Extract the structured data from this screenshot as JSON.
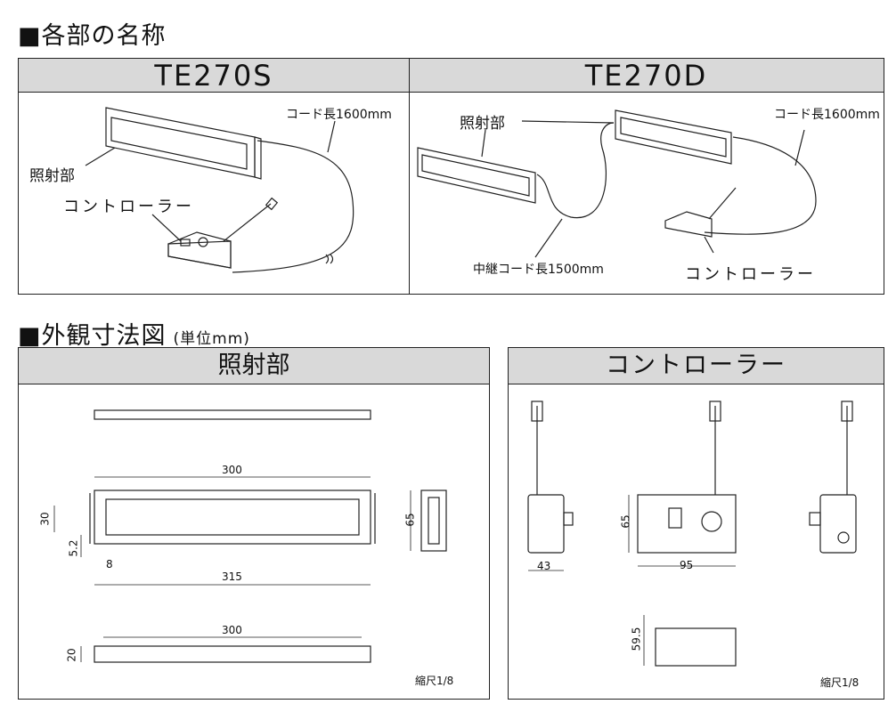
{
  "section1": {
    "title": "■各部の名称",
    "models": [
      {
        "name": "TE270S",
        "labels": {
          "cord": "コード長1600mm",
          "head": "照射部",
          "controller": "コントローラー"
        }
      },
      {
        "name": "TE270D",
        "labels": {
          "cord": "コード長1600mm",
          "head": "照射部",
          "relay": "中継コード長1500mm",
          "controller": "コントローラー"
        }
      }
    ]
  },
  "section2": {
    "title": "■外観寸法図",
    "unit": "(単位mm)",
    "head_panel": {
      "title": "照射部",
      "dims": [
        "300",
        "30",
        "5.2",
        "8",
        "315",
        "65",
        "300",
        "20"
      ],
      "scale": "縮尺1/8"
    },
    "controller_panel": {
      "title": "コントローラー",
      "dims": [
        "65",
        "43",
        "95",
        "59.5"
      ],
      "scale": "縮尺1/8"
    }
  }
}
